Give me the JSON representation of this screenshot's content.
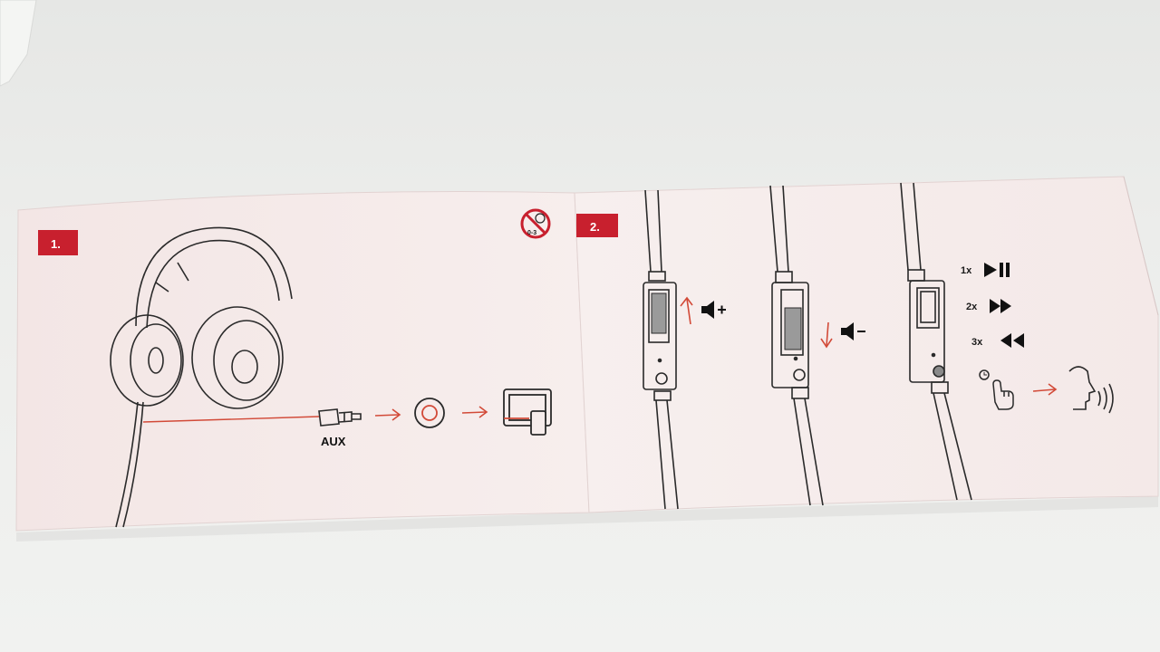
{
  "colors": {
    "paper": "#f6eceb",
    "paper_shadow": "#eadcdb",
    "brand_red": "#c8202e",
    "arrow_red": "#d24a38",
    "line_ink": "#2a2a2a"
  },
  "leaflet": {
    "left_panel": {
      "step_badge": "1.",
      "age_warning_icon": "no-children-0-3-icon",
      "age_warning_text": "0-3",
      "connector_label": "AUX",
      "icons": [
        "headphones-icon",
        "aux-plug-icon",
        "headphone-jack-icon",
        "devices-icon"
      ]
    },
    "right_panel": {
      "step_badge": "2.",
      "remote_controls": [
        {
          "action_icon": "volume-up-icon",
          "arrow": "up"
        },
        {
          "action_icon": "volume-down-icon",
          "arrow": "down"
        },
        {
          "action_icon": "multi-function-button-icon",
          "arrow": "none"
        }
      ],
      "button_functions": [
        {
          "count": "1x",
          "icon": "play-pause-icon"
        },
        {
          "count": "2x",
          "icon": "next-track-icon"
        },
        {
          "count": "3x",
          "icon": "previous-track-icon"
        }
      ],
      "voice_assistant": {
        "icons": [
          "press-hold-icon",
          "voice-assistant-icon"
        ]
      }
    }
  }
}
